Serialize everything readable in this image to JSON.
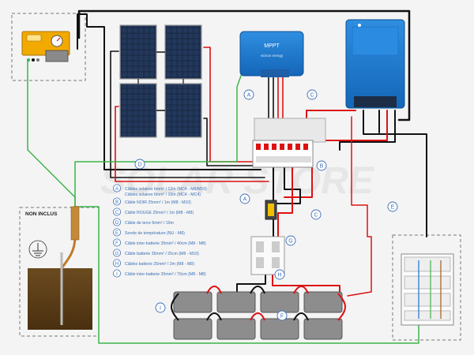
{
  "diagram": {
    "watermark": "SOLAR STORE",
    "non_inclus": "NON INCLUS",
    "mppt_label": "MPPT",
    "mppt_brand": "victron energy",
    "legend": [
      {
        "letter": "A",
        "text": "Câbles solaires 6mm² / 12m (MC4 - M8/M10)"
      },
      {
        "letter": "",
        "text": "Câbles solaires 6mm² / 10m (MC4 - MC4)"
      },
      {
        "letter": "B",
        "text": "Câble NOIR 25mm² / 1m (M8 - M10)"
      },
      {
        "letter": "C",
        "text": "Câble ROUGE 25mm² / 1m (M8 - M8)"
      },
      {
        "letter": "D",
        "text": "Câble de terre 6mm² / 16m"
      },
      {
        "letter": "E",
        "text": "Sonde de température (NU - M8)"
      },
      {
        "letter": "F",
        "text": "Câble inter-batterie 35mm² / 40cm (M8 - M8)"
      },
      {
        "letter": "G",
        "text": "Câble batterie 35mm² / 25cm (M8 - M10)"
      },
      {
        "letter": "H",
        "text": "Câbles batterie 25mm² / 2m (M8 - M8)"
      },
      {
        "letter": "I",
        "text": "Câble inter-batterie 35mm² / 70cm (M8 - M8)"
      }
    ],
    "callouts": {
      "A1": "A",
      "A2": "A",
      "B": "B",
      "C1": "C",
      "C2": "C",
      "D": "D",
      "E": "E",
      "F": "F",
      "G": "G",
      "H": "H",
      "I": "I"
    }
  }
}
